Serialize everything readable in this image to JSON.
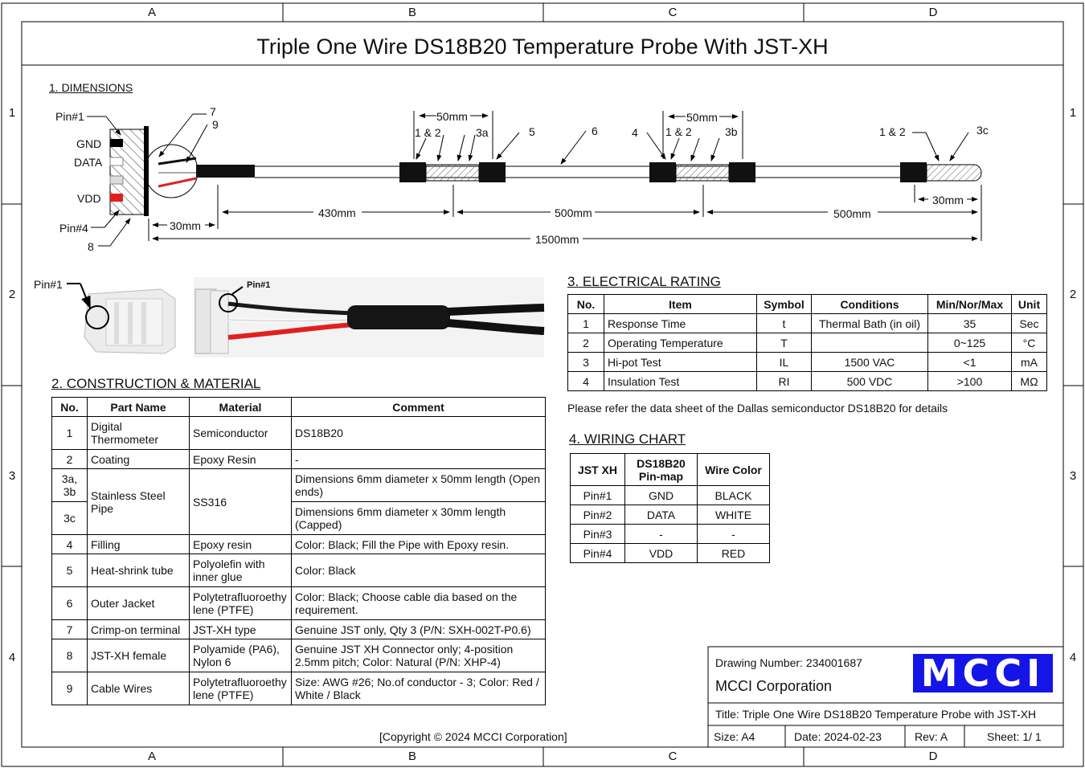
{
  "grid": {
    "columns": [
      "A",
      "B",
      "C",
      "D"
    ],
    "rows": [
      "1",
      "2",
      "3",
      "4"
    ]
  },
  "title": "Triple One Wire DS18B20 Temperature Probe With JST-XH",
  "sections": {
    "dimensions": "1. DIMENSIONS",
    "construction": "2. CONSTRUCTION & MATERIAL",
    "electrical": "3. ELECTRICAL RATING",
    "wiring": "4. WIRING CHART"
  },
  "dimensions": {
    "pin1": "Pin#1",
    "pin4": "Pin#4",
    "gnd": "GND",
    "data": "DATA",
    "vdd": "VDD",
    "callout_7": "7",
    "callout_9": "9",
    "callout_8": "8",
    "callout_1_2a": "1 & 2",
    "callout_3a": "3a",
    "callout_5": "5",
    "callout_6": "6",
    "callout_4": "4",
    "callout_1_2b": "1 & 2",
    "callout_3b": "3b",
    "callout_1_2c": "1 & 2",
    "callout_3c": "3c",
    "dim_50mm_a": "50mm",
    "dim_50mm_b": "50mm",
    "dim_30mm_tip": "30mm",
    "dim_30mm_conn": "30mm",
    "dim_430mm": "430mm",
    "dim_500mm_a": "500mm",
    "dim_500mm_b": "500mm",
    "dim_1500mm": "1500mm"
  },
  "photos": {
    "pin1_left": "Pin#1",
    "pin1_right": "Pin#1"
  },
  "construction_table": {
    "headers": [
      "No.",
      "Part Name",
      "Material",
      "Comment"
    ],
    "rows": [
      {
        "no": "1",
        "part": "Digital Thermometer",
        "material": "Semiconductor",
        "comment": "DS18B20"
      },
      {
        "no": "2",
        "part": "Coating",
        "material": "Epoxy Resin",
        "comment": "-"
      },
      {
        "no": "3a, 3b",
        "part": "Stainless Steel Pipe",
        "material": "SS316",
        "comment": "Dimensions 6mm diameter x 50mm length (Open ends)"
      },
      {
        "no": "3c",
        "comment": "Dimensions 6mm diameter x 30mm length (Capped)"
      },
      {
        "no": "4",
        "part": "Filling",
        "material": "Epoxy resin",
        "comment": "Color: Black; Fill the Pipe with Epoxy resin."
      },
      {
        "no": "5",
        "part": "Heat-shrink tube",
        "material": "Polyolefin with inner glue",
        "comment": "Color: Black"
      },
      {
        "no": "6",
        "part": "Outer Jacket",
        "material": "Polytetrafluoroethylene (PTFE)",
        "comment": "Color: Black; Choose cable dia based on the requirement."
      },
      {
        "no": "7",
        "part": "Crimp-on terminal",
        "material": "JST-XH type",
        "comment": "Genuine JST only, Qty 3 (P/N: SXH-002T-P0.6)"
      },
      {
        "no": "8",
        "part": "JST-XH female",
        "material": "Polyamide (PA6), Nylon 6",
        "comment": "Genuine JST XH Connector only; 4-position 2.5mm pitch; Color: Natural (P/N: XHP-4)"
      },
      {
        "no": "9",
        "part": "Cable Wires",
        "material": "Polytetrafluoroethylene (PTFE)",
        "comment": "Size: AWG #26; No.of conductor - 3; Color: Red / White / Black"
      }
    ]
  },
  "electrical_table": {
    "headers": [
      "No.",
      "Item",
      "Symbol",
      "Conditions",
      "Min/Nor/Max",
      "Unit"
    ],
    "rows": [
      [
        "1",
        "Response Time",
        "t",
        "Thermal Bath (in oil)",
        "35",
        "Sec"
      ],
      [
        "2",
        "Operating Temperature",
        "T",
        "",
        "0~125",
        "°C"
      ],
      [
        "3",
        "Hi-pot Test",
        "IL",
        "1500 VAC",
        "<1",
        "mA"
      ],
      [
        "4",
        "Insulation Test",
        "RI",
        "500 VDC",
        ">100",
        "MΩ"
      ]
    ],
    "note": "Please refer the data sheet of the Dallas semiconductor DS18B20 for details"
  },
  "wiring_table": {
    "headers": [
      "JST XH",
      "DS18B20 Pin-map",
      "Wire Color"
    ],
    "rows": [
      [
        "Pin#1",
        "GND",
        "BLACK"
      ],
      [
        "Pin#2",
        "DATA",
        "WHITE"
      ],
      [
        "Pin#3",
        "-",
        "-"
      ],
      [
        "Pin#4",
        "VDD",
        "RED"
      ]
    ]
  },
  "title_block": {
    "drawing_number": "Drawing Number: 234001687",
    "company": "MCCI Corporation",
    "logo": "MCCI",
    "title": "Title: Triple One Wire DS18B20 Temperature Probe with JST-XH",
    "size": "Size: A4",
    "date": "Date: 2024-02-23",
    "rev": "Rev: A",
    "sheet": "Sheet: 1/ 1"
  },
  "copyright": "[Copyright © 2024 MCCI Corporation]",
  "colors": {
    "logo_blue": "#1515e8",
    "wire_red": "#e02020",
    "wire_black": "#111111"
  }
}
